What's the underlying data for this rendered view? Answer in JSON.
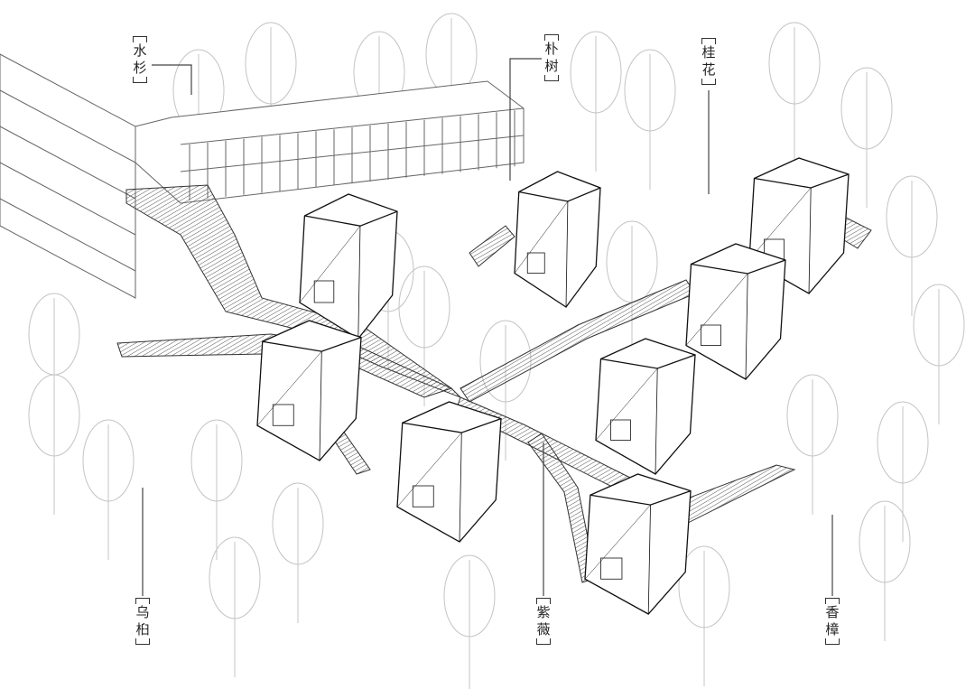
{
  "labels": {
    "shuishan": {
      "c1": "水",
      "c2": "杉"
    },
    "pushu": {
      "c1": "朴",
      "c2": "树"
    },
    "guihua": {
      "c1": "桂",
      "c2": "花"
    },
    "wujiu": {
      "c1": "乌",
      "c2": "桕"
    },
    "ziwei": {
      "c1": "紫",
      "c2": "薇"
    },
    "xiangzhang": {
      "c1": "香",
      "c2": "樟"
    }
  },
  "colors": {
    "line": "#222222",
    "tree": "#bbbbbb",
    "leader": "#444444"
  }
}
